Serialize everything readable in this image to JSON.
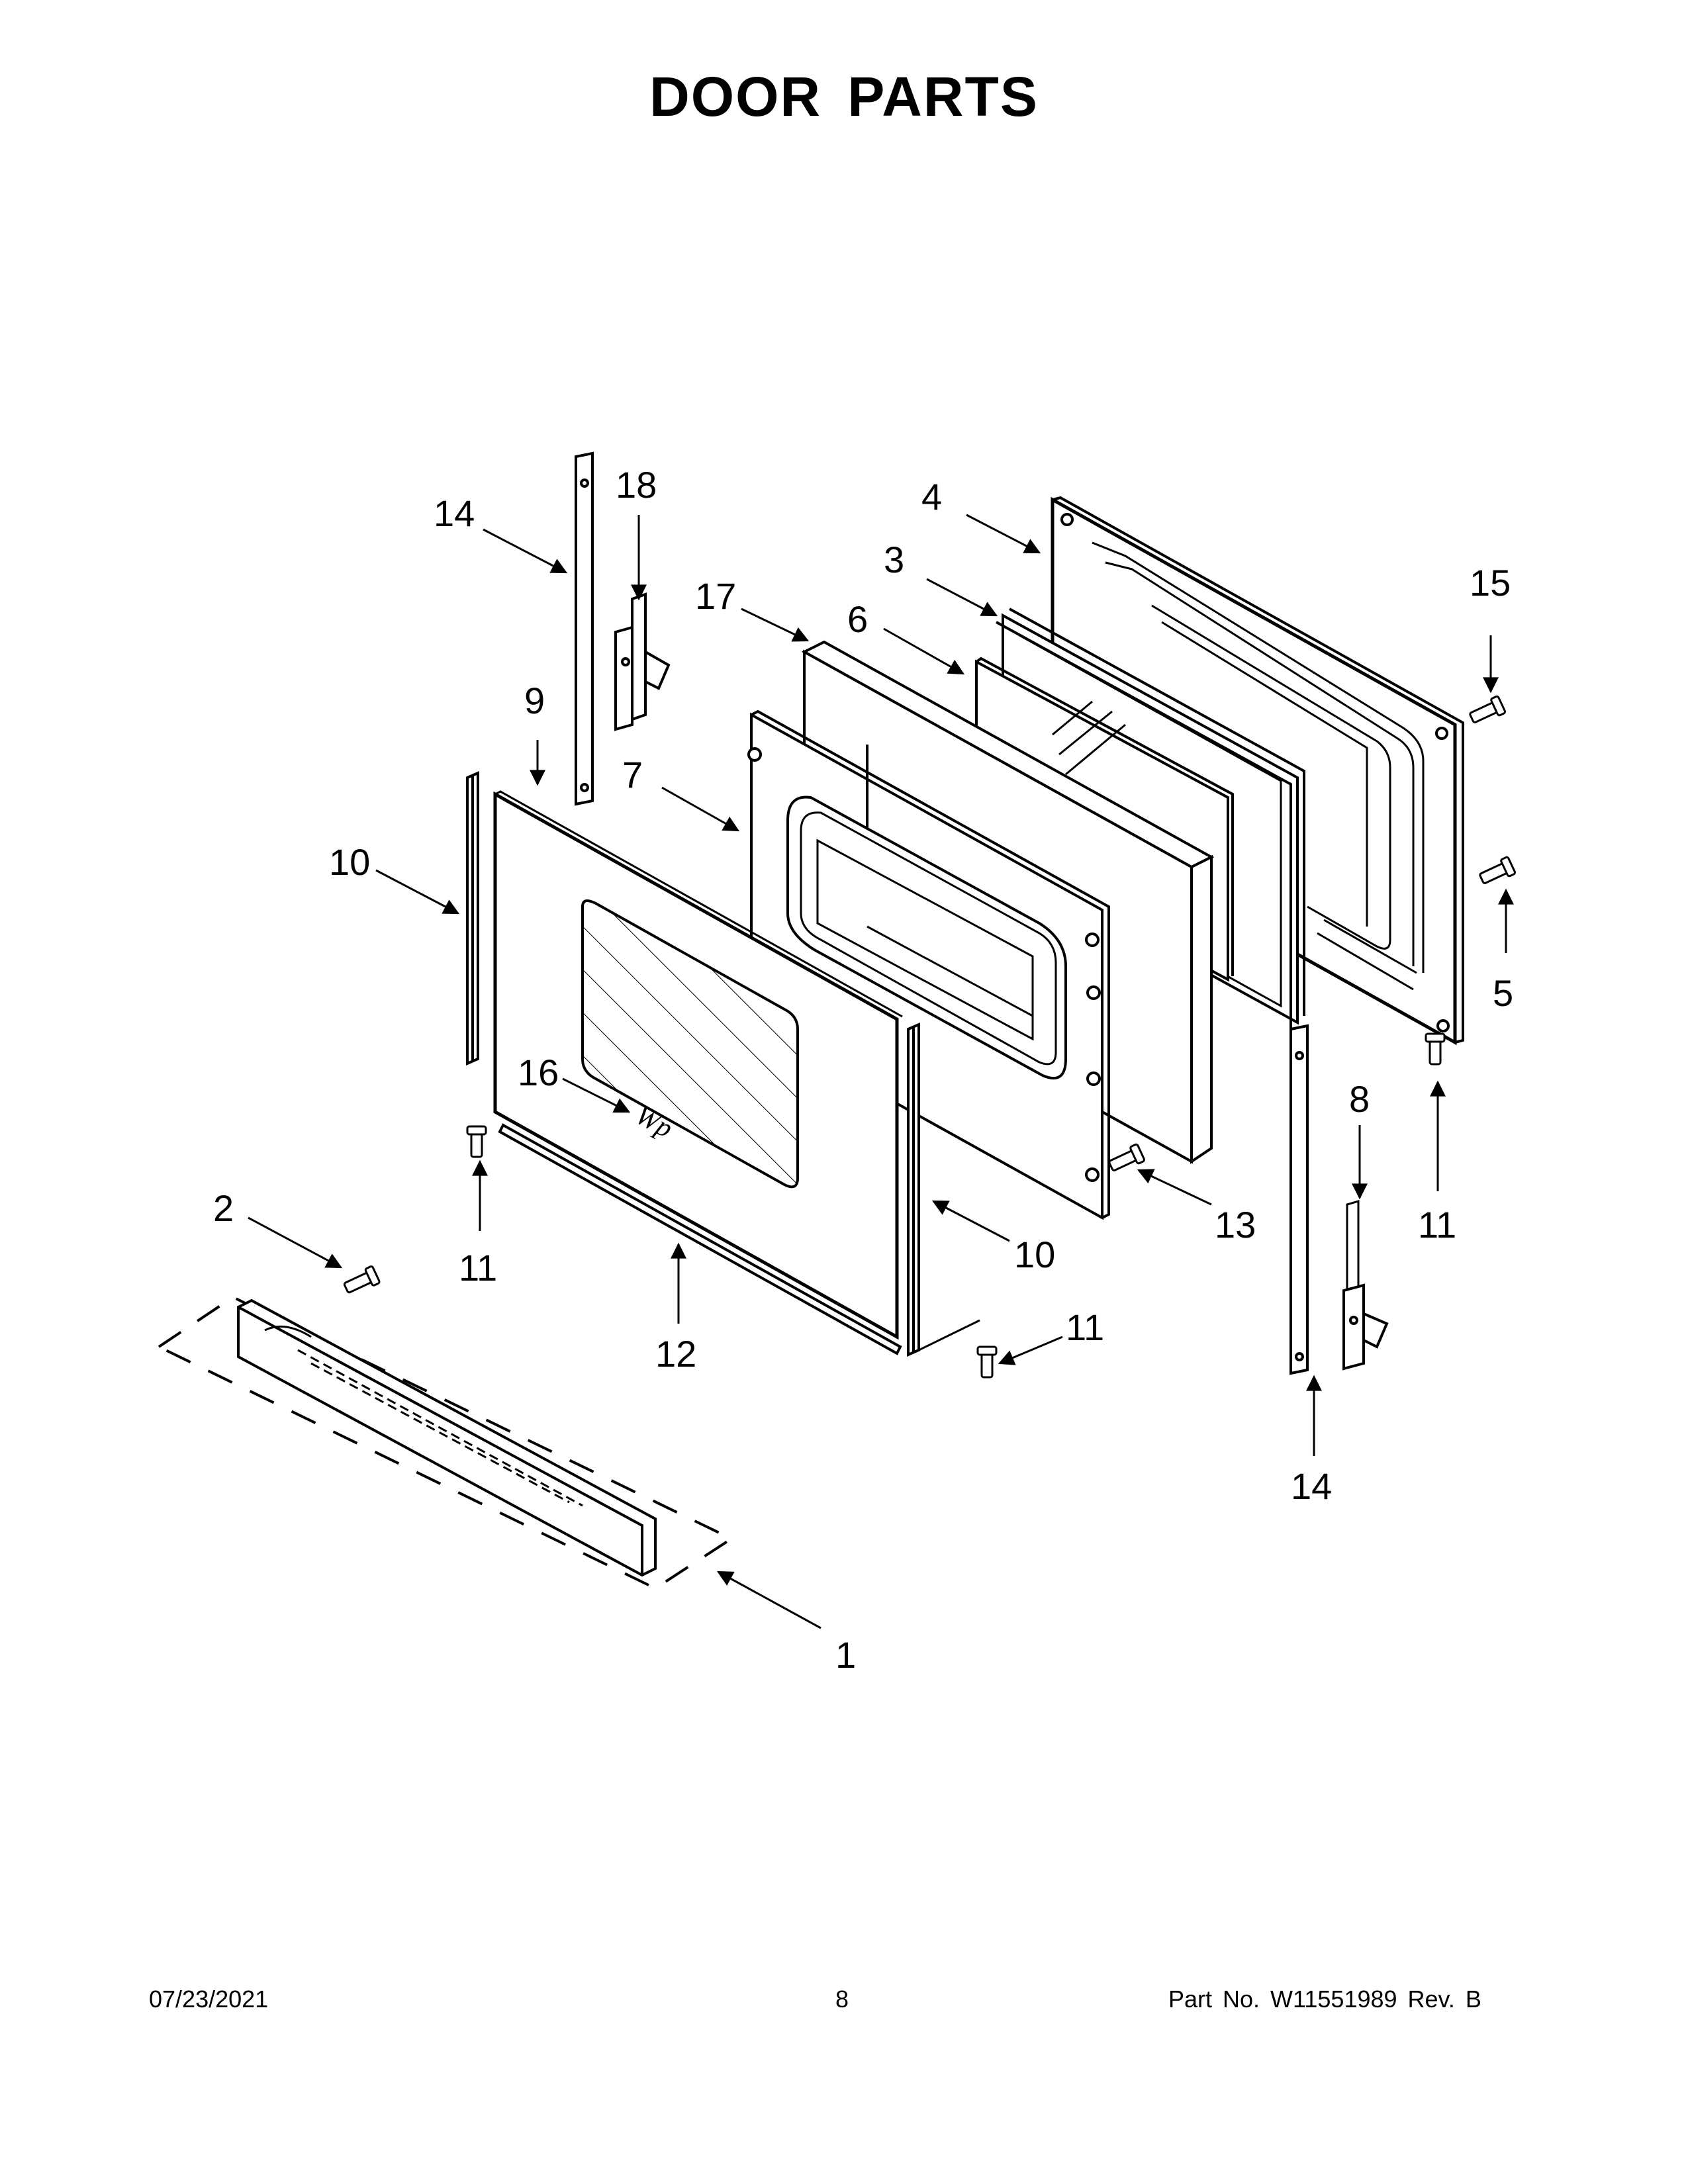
{
  "title": "DOOR PARTS",
  "callouts": {
    "c1": "1",
    "c2": "2",
    "c3": "3",
    "c4": "4",
    "c5": "5",
    "c6": "6",
    "c7": "7",
    "c8": "8",
    "c9": "9",
    "c10a": "10",
    "c10b": "10",
    "c11a": "11",
    "c11b": "11",
    "c11c": "11",
    "c12": "12",
    "c13": "13",
    "c14a": "14",
    "c14b": "14",
    "c15": "15",
    "c16": "16",
    "c17": "17",
    "c18": "18"
  },
  "footer": {
    "date": "07/23/2021",
    "page": "8",
    "part": "Part No.  W11551989  Rev.  B"
  }
}
